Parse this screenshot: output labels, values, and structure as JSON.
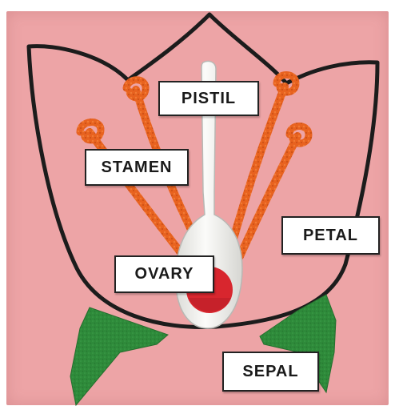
{
  "labels": {
    "pistil": "PISTIL",
    "stamen": "STAMEN",
    "ovary": "OVARY",
    "petal": "PETAL",
    "sepal": "SEPAL"
  },
  "colors": {
    "board": "#eda4a6",
    "outline": "#1c1c1c",
    "pipe_cleaner": "#e8621f",
    "sepal_felt": "#2e8a3a",
    "spoon": "#f4f4f2",
    "ovary_dot": "#d8262e"
  }
}
